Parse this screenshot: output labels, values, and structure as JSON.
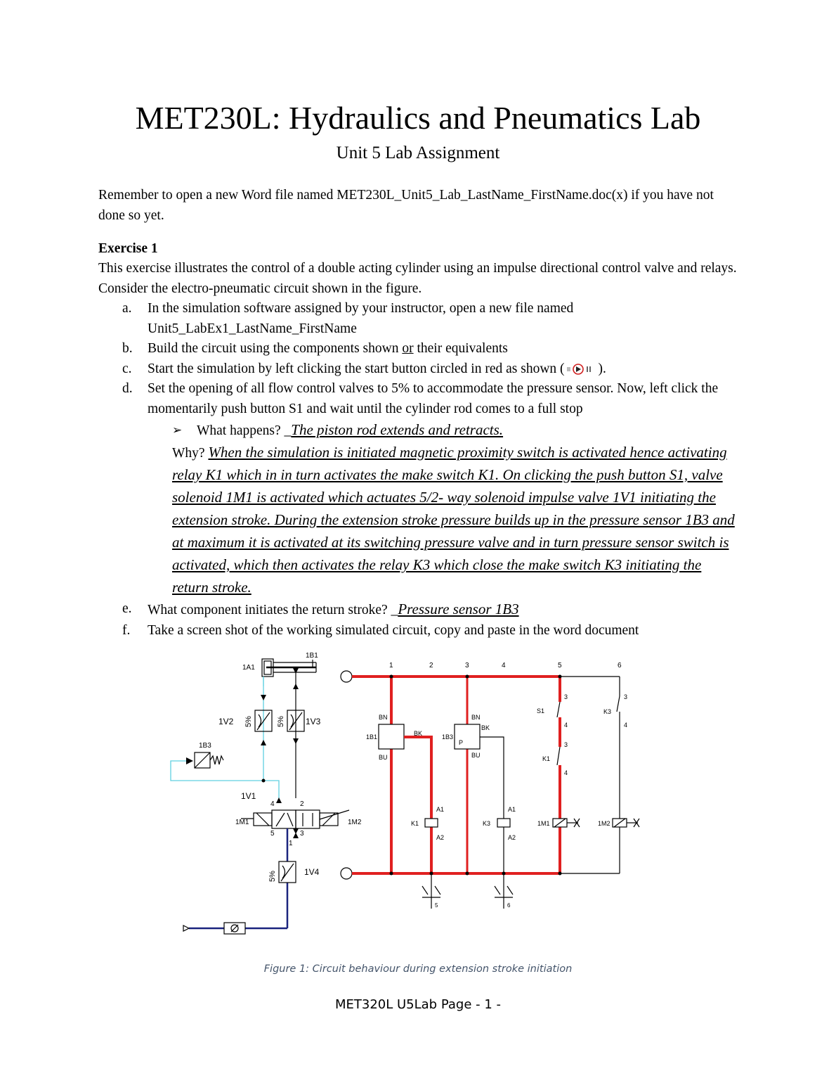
{
  "title": "MET230L: Hydraulics and Pneumatics Lab",
  "subtitle": "Unit 5 Lab Assignment",
  "intro": "Remember to open a new Word file named MET230L_Unit5_Lab_LastName_FirstName.doc(x) if you have not done so yet.",
  "exercise": {
    "heading": "Exercise 1",
    "description": "This exercise illustrates the control of a double acting cylinder using an impulse directional control valve and relays. Consider the electro-pneumatic circuit shown in the figure.",
    "items": {
      "a": {
        "marker": "a.",
        "text": "In the simulation software assigned by your instructor, open a new file named Unit5_LabEx1_LastName_FirstName"
      },
      "b": {
        "marker": "b.",
        "text_before": "Build the circuit using the components shown ",
        "text_underlined": "or",
        "text_after": " their equivalents"
      },
      "c": {
        "marker": "c.",
        "text_before": "Start the simulation by left clicking the start button circled in red as shown (",
        "text_after": ")."
      },
      "d": {
        "marker": "d.",
        "text": "Set the opening of all flow control valves to 5% to accommodate the pressure sensor. Now, left click the momentarily push button S1 and wait until the cylinder rod comes to a full stop"
      },
      "what_happens": {
        "label": "What happens? _",
        "answer": "The piston rod extends and retracts."
      },
      "why": {
        "label": "Why? ",
        "answer": "When the simulation is initiated magnetic proximity switch is activated hence activating relay K1 which in in turn activates the make switch K1. On clicking the push button S1, valve solenoid 1M1 is activated which actuates 5/2- way solenoid impulse valve 1V1 initiating the extension stroke. During the extension stroke pressure builds up in the pressure sensor 1B3 and at maximum it is activated at its switching pressure valve and in turn pressure sensor switch is activated, which then activates the relay K3 which close the make switch K3 initiating the return stroke."
      },
      "e": {
        "marker": "e.",
        "text": "What component initiates the return stroke? _",
        "answer": "Pressure sensor 1B3"
      },
      "f": {
        "marker": "f.",
        "text": "Take a screen shot of the working simulated circuit, copy and paste in the word document"
      }
    }
  },
  "diagram": {
    "pneumatic": {
      "cylinder": "1A1",
      "proximity_sensor": "1B1",
      "flow_valve_left": "1V2",
      "flow_valve_right": "1V3",
      "pressure_sensor": "1B3",
      "main_valve": "1V1",
      "solenoid_left": "1M1",
      "solenoid_right": "1M2",
      "supply_valve": "1V4",
      "opening": "5%",
      "port_4": "4",
      "port_2": "2",
      "port_5": "5",
      "port_3": "3",
      "port_1": "1"
    },
    "electrical": {
      "rungs": [
        "1",
        "2",
        "3",
        "4",
        "5",
        "6"
      ],
      "sensor_1b1": "1B1",
      "sensor_1b3": "1B3",
      "wire_bn": "BN",
      "wire_bk": "BK",
      "wire_bu": "BU",
      "relay_k1": "K1",
      "relay_k3": "K3",
      "coil_a1": "A1",
      "coil_a2": "A2",
      "switch_s1": "S1",
      "contact_k1": "K1",
      "contact_k3": "K3",
      "solenoid_1m1": "1M1",
      "solenoid_1m2": "1M2",
      "contact_3": "3",
      "contact_4": "4",
      "ref_5": "5",
      "ref_6": "6",
      "pressure_symbol": "P",
      "active_color": "#e02020",
      "air_color": "#5fd0e0",
      "supply_color": "#1a237e"
    }
  },
  "caption": "Figure 1: Circuit behaviour during extension stroke initiation",
  "footer": "MET320L U5Lab Page - 1 -"
}
